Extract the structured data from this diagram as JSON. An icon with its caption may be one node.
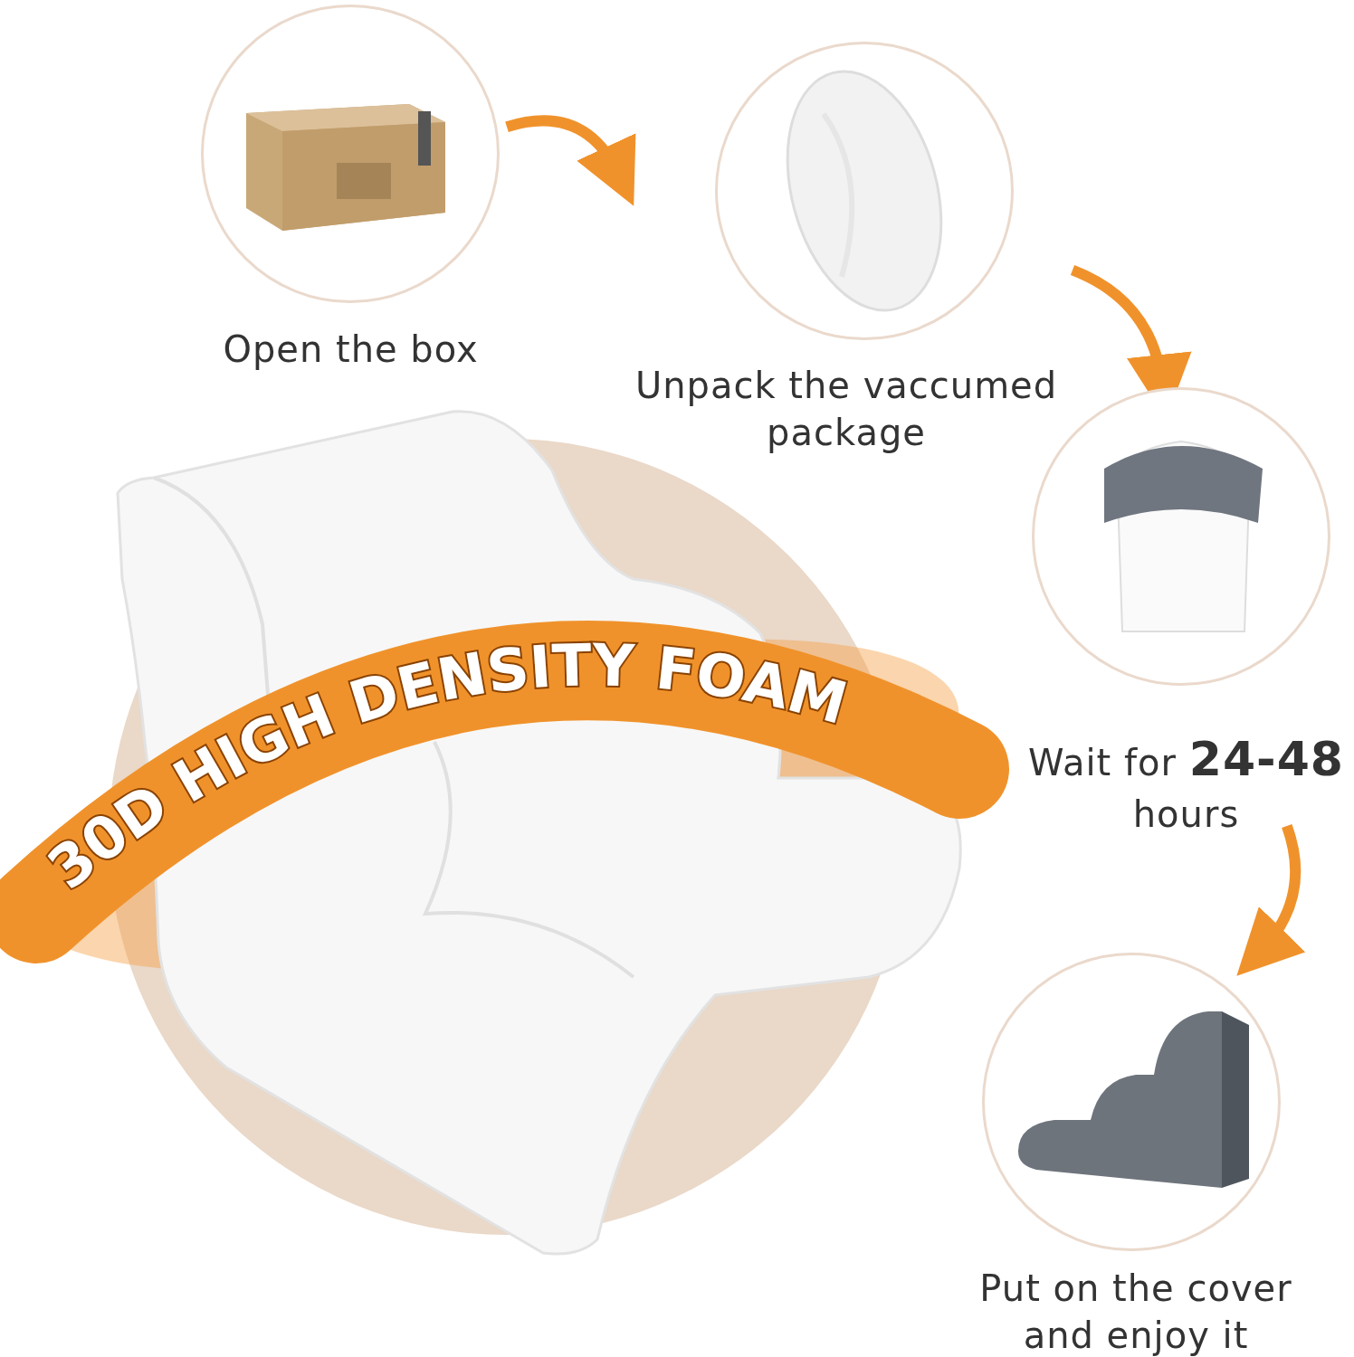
{
  "diagram": {
    "nodes": [
      {
        "text": [
          "Open the box"
        ]
      },
      {
        "text": [
          "Unpack the vaccumed package"
        ]
      },
      {
        "text": [
          "Wait for **24-48** hours"
        ]
      },
      {
        "text": [
          "Put on the cover and enjoy it"
        ]
      }
    ],
    "edges": [
      {
        "from": 0,
        "to": 1,
        "arrow": "to",
        "color": "#f0922b"
      },
      {
        "from": 1,
        "to": 2,
        "arrow": "to",
        "color": "#f0922b"
      },
      {
        "from": 2,
        "to": 3,
        "arrow": "to",
        "color": "#f0922b"
      }
    ],
    "labels": [
      "30D HIGH DENSITY FOAM"
    ]
  }
}
